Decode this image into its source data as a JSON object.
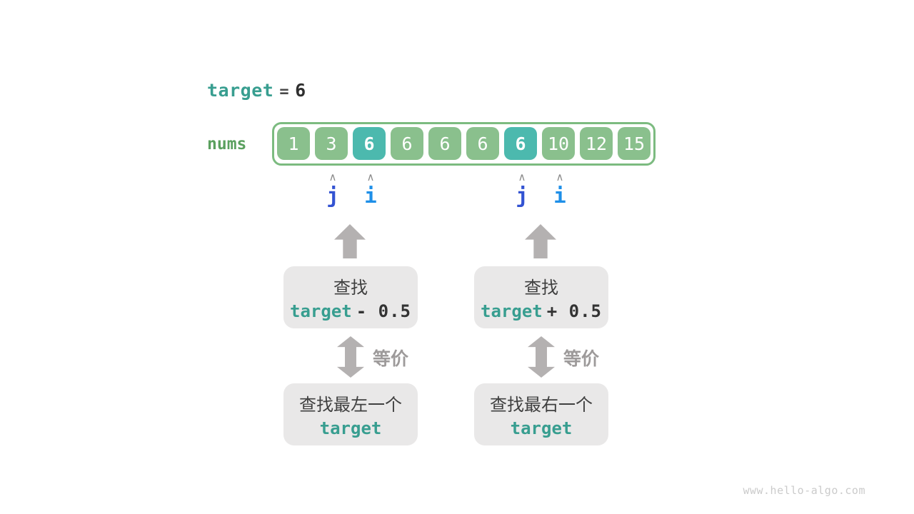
{
  "header": {
    "variable": "target",
    "equals": "=",
    "value": "6"
  },
  "array": {
    "label": "nums",
    "cells": [
      {
        "value": "1",
        "highlight": false
      },
      {
        "value": "3",
        "highlight": false
      },
      {
        "value": "6",
        "highlight": true
      },
      {
        "value": "6",
        "highlight": false
      },
      {
        "value": "6",
        "highlight": false
      },
      {
        "value": "6",
        "highlight": false
      },
      {
        "value": "6",
        "highlight": true
      },
      {
        "value": "10",
        "highlight": false
      },
      {
        "value": "12",
        "highlight": false
      },
      {
        "value": "15",
        "highlight": false
      }
    ]
  },
  "pointers": [
    {
      "label": "j",
      "cell_index": 1,
      "color": "#3353d2"
    },
    {
      "label": "i",
      "cell_index": 2,
      "color": "#1e8fe8"
    },
    {
      "label": "j",
      "cell_index": 6,
      "color": "#3353d2"
    },
    {
      "label": "i",
      "cell_index": 7,
      "color": "#1e8fe8"
    }
  ],
  "caret_glyph": "∧",
  "flow_left": {
    "search_line": "查找",
    "expr_var": "target",
    "expr_op": "- 0.5",
    "equiv_label": "等价",
    "result_line": "查找最左一个",
    "result_var": "target"
  },
  "flow_right": {
    "search_line": "查找",
    "expr_var": "target",
    "expr_op": "+ 0.5",
    "equiv_label": "等价",
    "result_line": "查找最右一个",
    "result_var": "target"
  },
  "colors": {
    "teal_text": "#389e90",
    "nums_label_green": "#5aa05e",
    "cell_green": "#8ac08d",
    "cell_highlight_teal": "#4cb9ae",
    "array_border_green": "#7cbb80",
    "pointer_j_blue": "#3353d2",
    "pointer_i_blue": "#1e8fe8",
    "arrow_gray": "#b4b1b1",
    "box_bg_gray": "#e9e8e8"
  },
  "watermark": "www.hello-algo.com"
}
